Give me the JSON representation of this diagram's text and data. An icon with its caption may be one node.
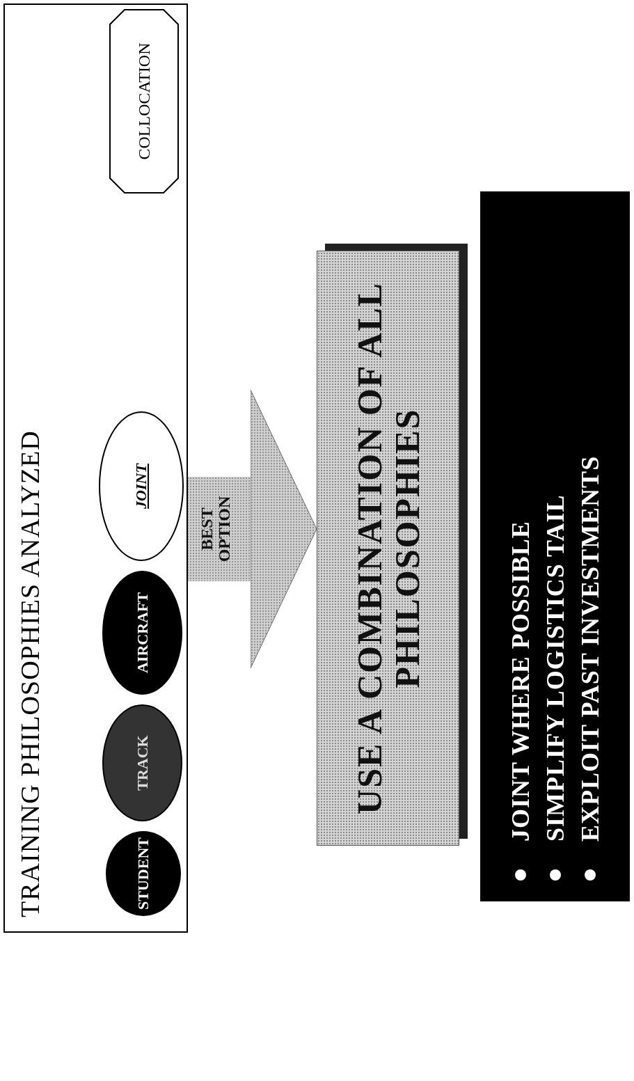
{
  "diagram": {
    "nodes": [
      {
        "text": [
          "TRAINING PHILOSOPHIES ANALYZED"
        ]
      },
      {
        "text": [
          "STUDENT"
        ],
        "in": 0
      },
      {
        "text": [
          "TRACK"
        ],
        "in": 0
      },
      {
        "text": [
          "AIRCRAFT"
        ],
        "in": 0
      },
      {
        "text": [
          "JOINT"
        ],
        "in": 0
      },
      {
        "text": [
          "COLLOCATION"
        ],
        "in": 0
      },
      {
        "text": [
          "USE A COMBINATION OF ALL PHILOSOPHIES"
        ]
      },
      {
        "text": [
          "JOINT WHERE POSSIBLE",
          "SIMPLIFY LOGISTICS TAIL",
          "EXPLOIT PAST INVESTMENTS"
        ]
      }
    ],
    "edges": [
      {
        "from": 0,
        "to": 6,
        "arrow": "to",
        "label": "BEST OPTION",
        "style": "thick"
      }
    ]
  }
}
